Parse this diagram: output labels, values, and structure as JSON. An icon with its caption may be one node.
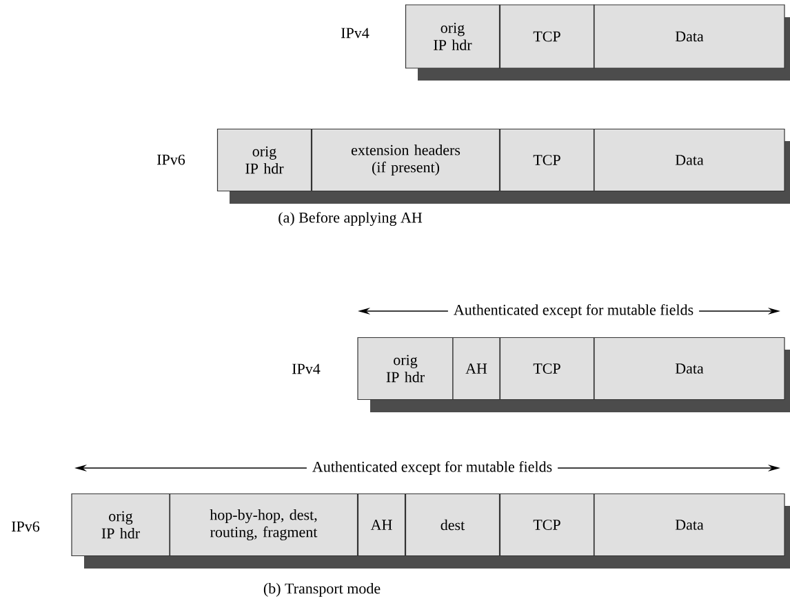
{
  "diagram": {
    "nodes": [
      {
        "text": [
          "orig IP hdr"
        ]
      },
      {
        "text": [
          "TCP"
        ]
      },
      {
        "text": [
          "Data"
        ]
      },
      {
        "text": [
          "orig IP hdr"
        ]
      },
      {
        "text": [
          "extension headers (if present)"
        ]
      },
      {
        "text": [
          "TCP"
        ]
      },
      {
        "text": [
          "Data"
        ]
      },
      {
        "text": [
          "orig IP hdr"
        ]
      },
      {
        "text": [
          "AH"
        ]
      },
      {
        "text": [
          "TCP"
        ]
      },
      {
        "text": [
          "Data"
        ]
      },
      {
        "text": [
          "orig IP hdr"
        ]
      },
      {
        "text": [
          "hop-by-hop, dest, routing, fragment"
        ]
      },
      {
        "text": [
          "AH"
        ]
      },
      {
        "text": [
          "dest"
        ]
      },
      {
        "text": [
          "TCP"
        ]
      },
      {
        "text": [
          "Data"
        ]
      }
    ],
    "labels": [
      "IPv4",
      "IPv6",
      "(a) Before applying AH",
      "Authenticated except for mutable fields",
      "IPv4",
      "Authenticated except for mutable fields",
      "IPv6",
      "(b) Transport mode"
    ]
  }
}
